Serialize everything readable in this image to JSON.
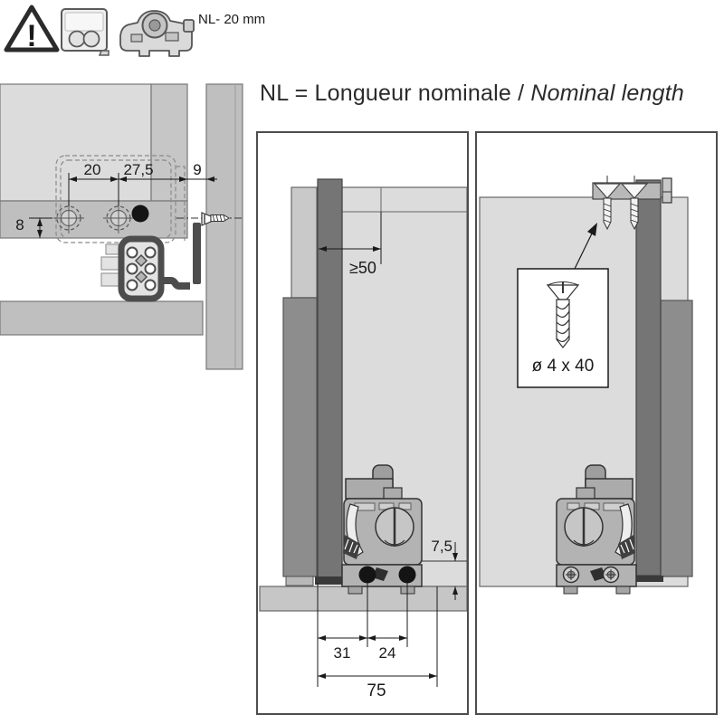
{
  "header": {
    "warning_symbol": "!",
    "nl_note": "NL- 20 mm"
  },
  "title": {
    "main": "NL = Longueur nominale / ",
    "italic": "Nominal length"
  },
  "left_drawing": {
    "dim_20": "20",
    "dim_27_5": "27,5",
    "dim_9": "9",
    "dim_8": "8"
  },
  "center_panel": {
    "dim_min50": "≥50",
    "dim_7_5": "7,5",
    "dim_31": "31",
    "dim_24": "24",
    "dim_75": "75"
  },
  "right_panel": {
    "screw_spec": "ø 4 x 40"
  },
  "colors": {
    "panel_light": "#dcdcdc",
    "panel_mid": "#bfbfbf",
    "rail_dark": "#757575",
    "side_bar": "#8d8d8d",
    "mech_body": "#b3b3b3",
    "outline": "#4d4d4d",
    "hole_black": "#141414"
  }
}
